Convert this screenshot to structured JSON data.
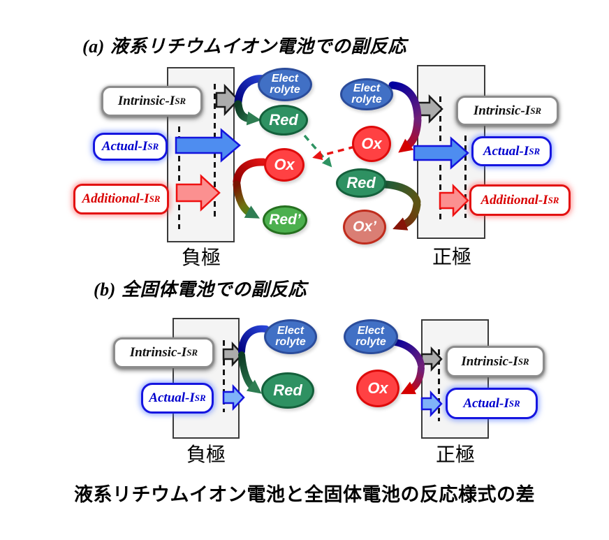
{
  "titles": {
    "panel_a_prefix": "(a)",
    "panel_a": "液系リチウムイオン電池での副反応",
    "panel_b_prefix": "(b)",
    "panel_b": "全固体電池での副反応",
    "caption": "液系リチウムイオン電池と全固体電池の反応様式の差"
  },
  "labels": {
    "intrinsic": {
      "main": "Intrinsic-I",
      "sub": "SR"
    },
    "actual": {
      "main": "Actual-I",
      "sub": "SR"
    },
    "additional": {
      "main": "Additional-I",
      "sub": "SR"
    }
  },
  "species": {
    "electrolyte": "Elect\nrolyte",
    "red": "Red",
    "ox": "Ox",
    "red_prime": "Red’",
    "ox_prime": "Ox’"
  },
  "electrodes": {
    "negative": "負極",
    "positive": "正極"
  },
  "colors": {
    "electrolyte-fill": "#4170C5",
    "electrolyte-border": "#2B4C9B",
    "red-species-fill": "#2E9162",
    "red-species-border": "#14603B",
    "ox-fill": "#FF4143",
    "ox-border": "#DE0B0B",
    "red-prime-fill": "#4CB04E",
    "red-prime-border": "#25701F",
    "ox-prime-fill": "#DA7E74",
    "ox-prime-border": "#C02C1D",
    "intrinsic-border": "#8C8C8C",
    "intrinsic-text": "#111111",
    "actual-border": "#1515E0",
    "actual-text": "#0000CD",
    "additional-border": "#E31212",
    "additional-text": "#D90000",
    "gray-arrow-fill": "#ACACAC",
    "gray-arrow-border": "#1A1A1A",
    "blue-arrow-fill": "#4E8DF0",
    "blue-arrow-fill-light": "#7FB2F8",
    "blue-arrow-border": "#1414DD",
    "red-arrow-fill": "#FB9090",
    "red-arrow-border": "#EE1111",
    "electrode-fill": "#F4F4F4",
    "electrode-border": "#3A3A3A",
    "dashed-green": "#2E9362",
    "dashed-red": "#E81313"
  }
}
